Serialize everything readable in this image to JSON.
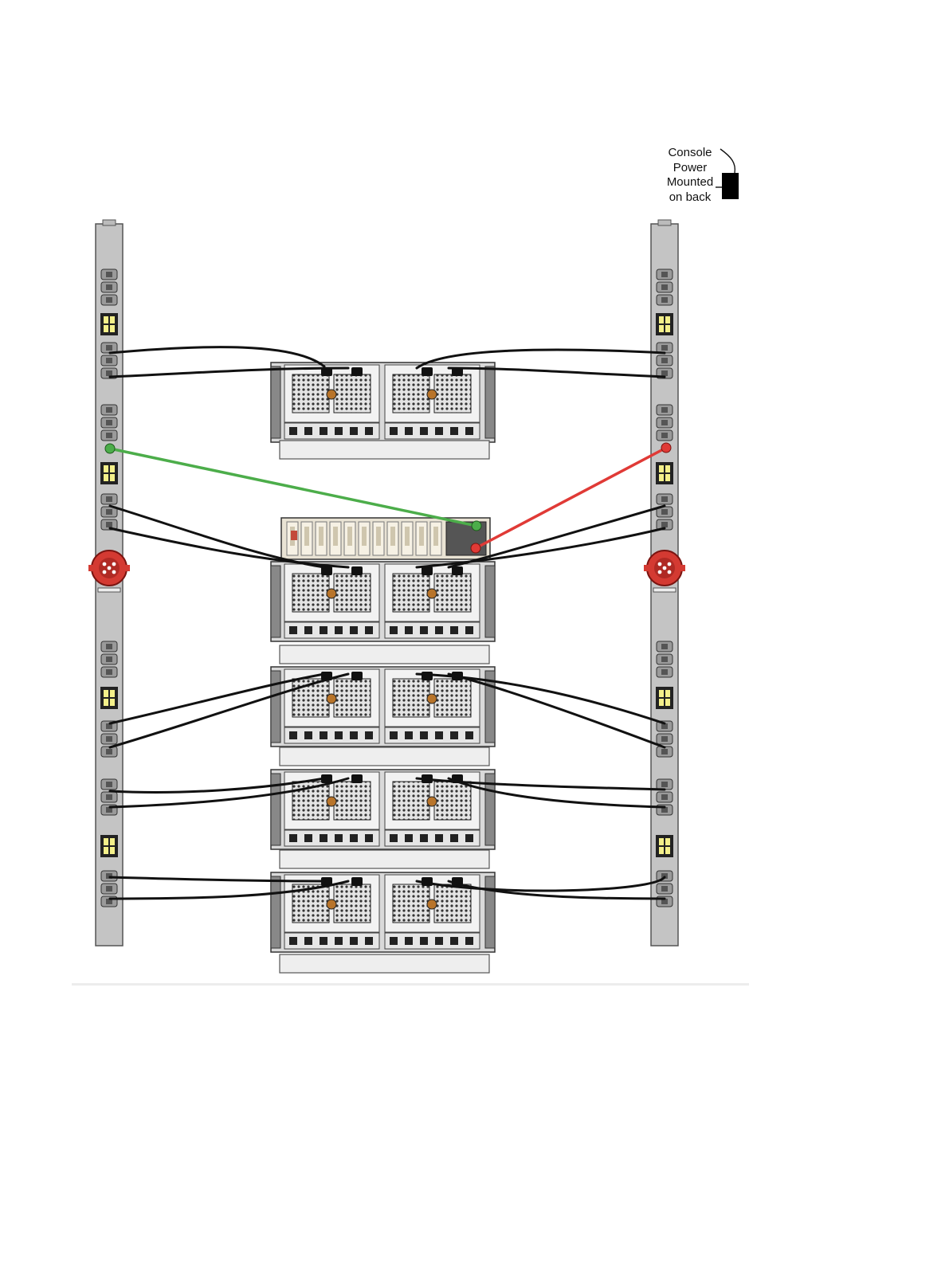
{
  "callout": {
    "lines": [
      "Console",
      "Power",
      "Mounted",
      "on back"
    ]
  },
  "colors": {
    "pdu_body": "#c4c4c4",
    "outlet": "#9a9a9a",
    "breaker": "#f4f08a",
    "inlet": "#d43a32",
    "cable": "#111111",
    "controller_cable_left": "#4cad4a",
    "controller_cable_right": "#e03a36",
    "chassis": "#d9d9d9",
    "shelf": "#eeeeee"
  },
  "icons": {
    "left_pdu": "power-strip-icon",
    "right_pdu": "power-strip-icon",
    "inlet": "circular-power-inlet-icon",
    "controller": "controller-chassis-icon",
    "enclosure": "drive-enclosure-icon",
    "console": "console-power-block-icon"
  }
}
